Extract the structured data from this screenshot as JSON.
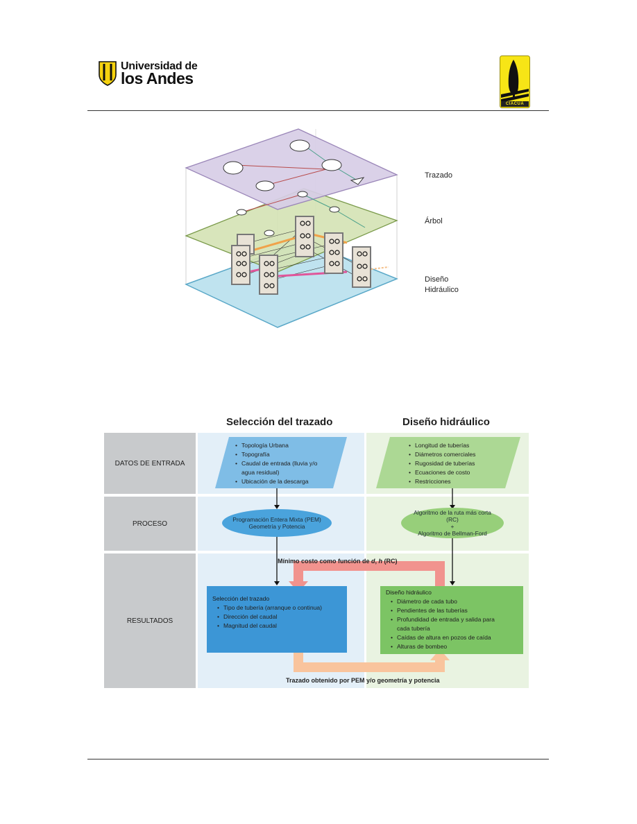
{
  "header": {
    "logo_line1": "Universidad de",
    "logo_line2": "los Andes",
    "right_logo_text": "CIACUA"
  },
  "layers_figure": {
    "labels": [
      "Trazado",
      "Árbol",
      "Diseño",
      "Hidráulico"
    ]
  },
  "flowchart": {
    "col_titles": [
      "Selección del trazado",
      "Diseño hidráulico"
    ],
    "rows": [
      "DATOS DE ENTRADA",
      "PROCESO",
      "RESULTADOS"
    ],
    "input_left": [
      "Topología Urbana",
      "Topografía",
      "Caudal de entrada (lluvia y/o",
      "agua residual)",
      "Ubicación de la descarga"
    ],
    "input_right": [
      "Longitud de tuberías",
      "Diámetros comerciales",
      "Rugosidad de tuberías",
      "Ecuaciones de costo",
      "Restricciones"
    ],
    "process_left": [
      "Programación Entera Mixta (PEM)",
      "Geometría y Potencia"
    ],
    "process_right": [
      "Algoritmo de la ruta más corta",
      "(RC)",
      "+",
      "Algoritmo de Bellman-Ford"
    ],
    "result_left_title": "Selección del trazado",
    "result_left_items": [
      "Tipo de tubería (arranque o continua)",
      "Dirección del caudal",
      "Magnitud del caudal"
    ],
    "result_right_title": "Diseño hidráulico",
    "result_right_items": [
      "Diámetro de cada tubo",
      "Pendientes de las tuberías",
      "Profundidad de entrada y salida para",
      "cada tubería",
      "Caídas de altura en pozos de caída",
      "Alturas de bombeo"
    ],
    "feedback_caption_pre": "Mínimo costo como función de ",
    "feedback_caption_d": "d",
    "feedback_caption_sep": ", ",
    "feedback_caption_h": "h",
    "feedback_caption_post": " (RC)",
    "forward_caption": "Trazado obtenido por PEM y/o geometría y potencia",
    "colors": {
      "left_bg": "#e3eff8",
      "right_bg": "#e9f3e1",
      "input_left": "#7fbde6",
      "input_right": "#acd894",
      "process_left": "#4aa3dc",
      "process_right": "#97cf7a",
      "result_left": "#3c96d6",
      "result_right": "#7cc464",
      "feedback_arrow": "#f1938e",
      "forward_arrow": "#f9c49d"
    }
  }
}
